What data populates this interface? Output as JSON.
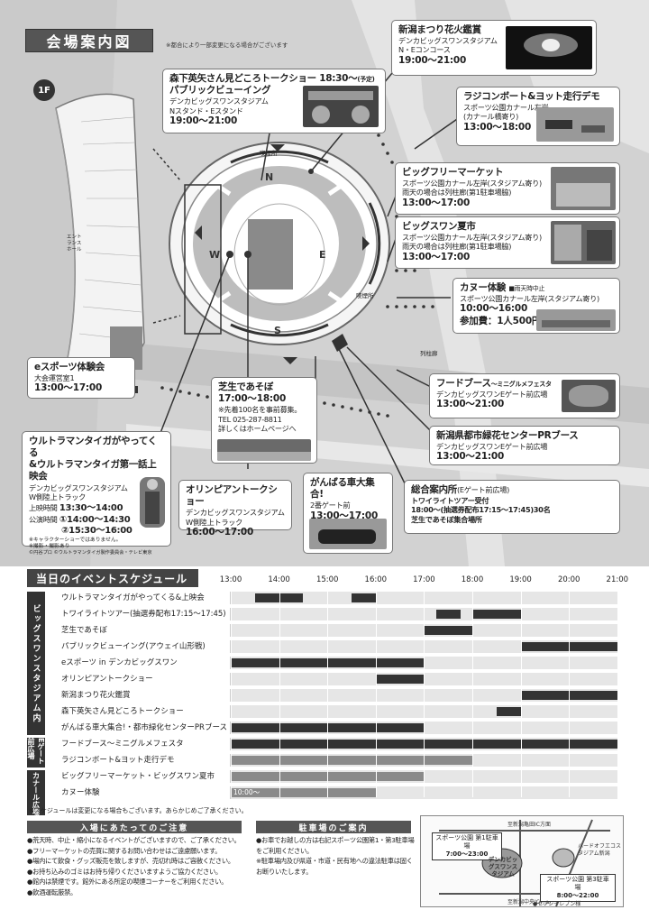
{
  "map": {
    "title": "会場案内図",
    "note": "※都合により一部変更になる場合がございます",
    "floor": "1F",
    "compass": {
      "n": "N",
      "s": "S",
      "e": "E",
      "w": "W"
    },
    "labels": {
      "smoking1": "喫煙所",
      "smoking2": "喫煙所",
      "colonnade": "列柱廊",
      "entrance": "エントランスホール"
    },
    "cards": {
      "hanabi": {
        "title": "新潟まつり花火鑑賞",
        "place1": "デンカビッグスワンスタジアム",
        "place2": "N・Eコンコース",
        "time": "19:00～21:00"
      },
      "morishita": {
        "title": "森下英矢さん見どころトークショー",
        "time1": "18:30～",
        "time1_note": "(予定)",
        "title2": "パブリックビューイング",
        "place1": "デンカビッグスワンスタジアム",
        "place2": "Nスタンド・Eスタンド",
        "time2": "19:00～21:00"
      },
      "radicon": {
        "title": "ラジコンボート&ヨット走行デモ",
        "place1": "スポーツ公園カナール左岸",
        "place2": "(カナール橋寄り)",
        "time": "13:00～18:00"
      },
      "flea": {
        "title": "ビッグフリーマーケット",
        "place1": "スポーツ公園カナール左岸(スタジアム寄り)",
        "place2": "雨天の場合は列柱廊(第1駐車場脇)",
        "time": "13:00～17:00"
      },
      "yoichi": {
        "title": "ビッグスワン夏市",
        "place1": "スポーツ公園カナール左岸(スタジアム寄り)",
        "place2": "雨天の場合は列柱廊(第1駐車場脇)",
        "time": "13:00～17:00"
      },
      "canoe": {
        "title": "カヌー体験",
        "note": "■雨天時中止",
        "place1": "スポーツ公園カナール左岸(スタジアム寄り)",
        "time": "10:00～16:00",
        "fee": "参加費：1人500円"
      },
      "food": {
        "title": "フードブース",
        "title_sub": "～ミニグルメフェスタ",
        "place1": "デンカビッグスワンEゲート前広場",
        "time": "13:00～21:00"
      },
      "ryokka": {
        "title": "新潟県都市緑花センターPRブース",
        "place1": "デンカビッグスワンEゲート前広場",
        "time": "13:00～21:00"
      },
      "info": {
        "title": "総合案内所",
        "title_sub": "(Eゲート前広場)",
        "line2": "トワイライトツアー受付",
        "line3": "18:00～(抽選券配布17:15～17:45)30名",
        "line4": "芝生であそぼ集合場所"
      },
      "esports": {
        "title": "eスポーツ体験会",
        "place1": "大会運営室1",
        "time": "13:00～17:00"
      },
      "shiba": {
        "title": "芝生であそぼ",
        "time": "17:00～18:00",
        "note1": "※先着100名を事前募集。",
        "tel": "TEL 025-287-8811",
        "note2": "詳しくはホームページへ"
      },
      "ultraman": {
        "title1": "ウルトラマンタイガがやってくる",
        "title2": "&ウルトラマンタイガ第一話上映会",
        "place1": "デンカビッグスワンスタジアム",
        "place2": "W側陸上トラック",
        "l_joei": "上映時間",
        "joei": "13:30～14:00",
        "l_koen": "公演時間",
        "koen1": "①14:00～14:30",
        "koen2": "②15:30～16:00",
        "note1": "※キャラクターショーではありません。",
        "note2": "※撮影・撮影あり",
        "credit": "©円谷プロ ©ウルトラマンタイガ製作委員会・テレビ東京"
      },
      "orinpian": {
        "title": "オリンピアントークショー",
        "place1": "デンカビッグスワンスタジアム",
        "place2": "W側陸上トラック",
        "time": "16:00～17:00"
      },
      "ganbaru": {
        "title": "がんばる車大集合!",
        "place1": "2番ゲート前",
        "time": "13:00～17:00"
      }
    }
  },
  "schedule": {
    "title": "当日のイベントスケジュール",
    "hours": [
      "13:00",
      "14:00",
      "15:00",
      "16:00",
      "17:00",
      "18:00",
      "19:00",
      "20:00",
      "21:00"
    ],
    "groups": [
      {
        "label": "ビッグスワンスタジアム内",
        "rows": 9
      },
      {
        "label": "Eゲート前広場",
        "rows": 2
      },
      {
        "label": "カナール広場",
        "rows": 3
      }
    ],
    "rows": [
      {
        "label": "ウルトラマンタイガがやってくる&上映会",
        "bars": [
          {
            "s": 13.5,
            "e": 14.5
          },
          {
            "s": 15.5,
            "e": 16.0
          }
        ]
      },
      {
        "label": "トワイライトツアー(抽選券配布17:15～17:45)",
        "bars": [
          {
            "s": 17.25,
            "e": 17.75
          },
          {
            "s": 18.0,
            "e": 19.0
          }
        ]
      },
      {
        "label": "芝生であそぼ",
        "bars": [
          {
            "s": 17.0,
            "e": 18.0
          }
        ]
      },
      {
        "label": "パブリックビューイング(アウェイ山形戦)",
        "bars": [
          {
            "s": 19.0,
            "e": 21.0
          }
        ]
      },
      {
        "label": "eスポーツ in デンカビッグスワン",
        "bars": [
          {
            "s": 13.0,
            "e": 17.0
          }
        ]
      },
      {
        "label": "オリンピアントークショー",
        "bars": [
          {
            "s": 16.0,
            "e": 17.0
          }
        ]
      },
      {
        "label": "新潟まつり花火鑑賞",
        "bars": [
          {
            "s": 19.0,
            "e": 21.0
          }
        ]
      },
      {
        "label": "森下英矢さん見どころトークショー",
        "bars": [
          {
            "s": 18.5,
            "e": 19.0
          }
        ]
      },
      {
        "label": "がんばる車大集合!・都市緑化センターPRブース",
        "bars": [
          {
            "s": 13.0,
            "e": 17.0
          }
        ]
      },
      {
        "label": "フードブース～ミニグルメフェスタ",
        "bars": [
          {
            "s": 13.0,
            "e": 21.0
          }
        ]
      },
      {
        "label": "ラジコンボート&ヨット走行デモ",
        "bars": [
          {
            "s": 13.0,
            "e": 18.0,
            "grey": true
          }
        ]
      },
      {
        "label": "ビッグフリーマーケット・ビッグスワン夏市",
        "bars": [
          {
            "s": 13.0,
            "e": 17.0,
            "grey": true
          }
        ]
      },
      {
        "label": "カヌー体験",
        "bars": [
          {
            "s": 13.0,
            "e": 16.0,
            "grey": true,
            "text": "10:00～"
          }
        ]
      }
    ],
    "footnote": "※スケジュールは変更になる場合もございます。あらかじめご了承ください。"
  },
  "bottom": {
    "attention_title": "入場にあたってのご注意",
    "attention": [
      "●荒天時、中止・縮小になるイベントがございますので、ご了承ください。",
      "●フリーマーケットの売買に関するお問い合わせはご遠慮願います。",
      "●場内にて飲食・グッズ販売を致しますが、売切れ時はご容赦ください。",
      "●お持ち込みのゴミはお持ち帰りくださいますようご協力ください。",
      "●館内は禁煙です。館外にある所定の喫煙コーナーをご利用ください。",
      "●飲酒運転厳禁。"
    ],
    "parking_title": "駐車場のご案内",
    "parking": [
      "●お車でお越しの方は右記スポーツ公園第1・第3駐車場をご利用ください。",
      "※駐車場内及び県道・市道・民有地への違法駐車は固くお断りいたします。"
    ],
    "minimap": {
      "road_top": "至新潟亀田IC方面",
      "road_bottom": "至新潟中央IC方面",
      "p1": "スポーツ公園 第1駐車場",
      "p1_time": "7:00～23:00",
      "stadium": "デンカビッグスワンスタジアム",
      "hardoff": "ハードオフエコスタジアム新潟",
      "p3": "スポーツ公園 第3駐車場",
      "p3_time": "8:00～22:00",
      "seven": "●セブンイレブン様"
    }
  }
}
